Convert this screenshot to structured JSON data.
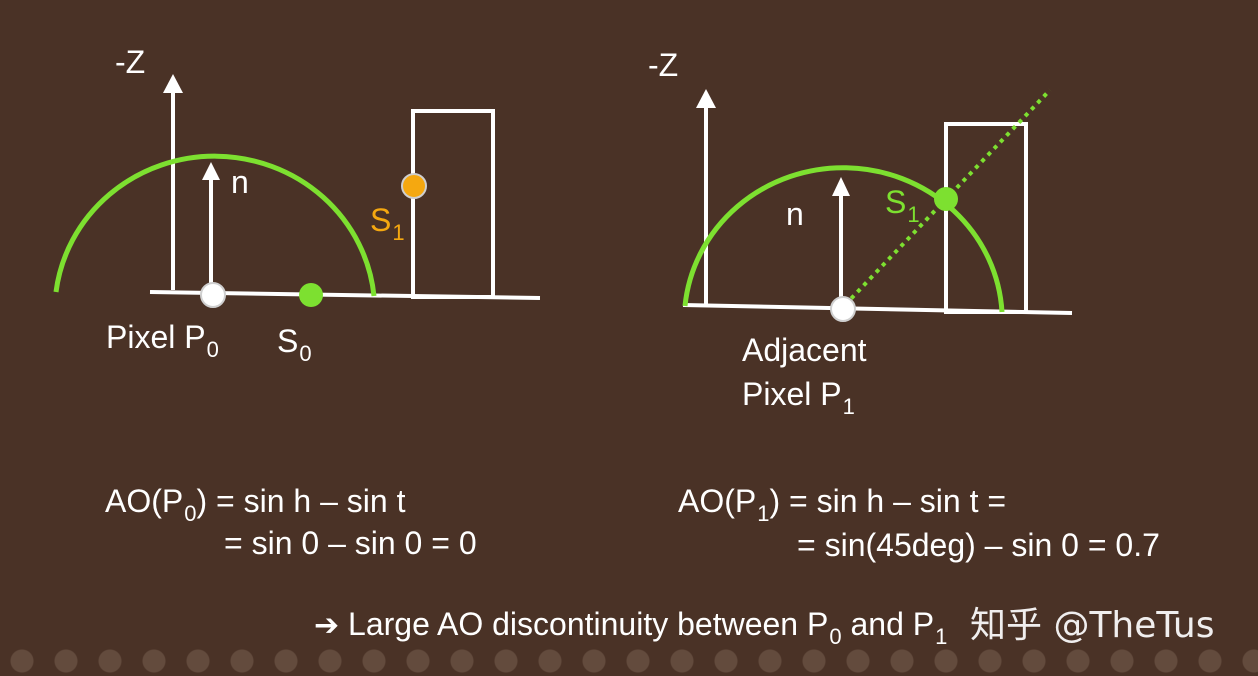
{
  "colors": {
    "background": "#4a3226",
    "line": "#ffffff",
    "hemisphere": "#7de030",
    "sample_green": "#7de030",
    "sample_orange": "#f5a810",
    "label_green": "#7de030",
    "label_orange": "#f5a810"
  },
  "left_panel": {
    "axis_label": "-Z",
    "normal_label": "n",
    "s1_label": "S",
    "s1_sub": "1",
    "pixel_label": "Pixel P",
    "pixel_sub": "0",
    "s0_label": "S",
    "s0_sub": "0"
  },
  "right_panel": {
    "axis_label": "-Z",
    "normal_label": "n",
    "s1_label": "S",
    "s1_sub": "1",
    "pixel_line1": "Adjacent",
    "pixel_line2": "Pixel P",
    "pixel_sub": "1"
  },
  "formulas": {
    "left_line1_pre": "AO(P",
    "left_line1_sub": "0",
    "left_line1_post": ") = sin h – sin t",
    "left_line2": "= sin 0 – sin 0 = 0",
    "right_line1_pre": "AO(P",
    "right_line1_sub": "1",
    "right_line1_post": ") = sin h – sin t =",
    "right_line2": "= sin(45deg) – sin 0 = 0.7"
  },
  "conclusion": {
    "arrow": "➔",
    "text": "Large AO discontinuity between P",
    "sub_a": "0",
    "and": " and P",
    "sub_b": "1"
  },
  "watermark": "知乎 @TheTus"
}
